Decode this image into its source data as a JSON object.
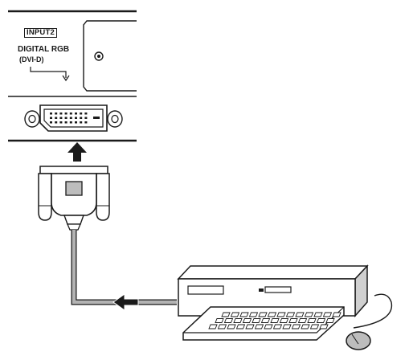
{
  "panel": {
    "input_label": "INPUT2",
    "port_title": "DIGITAL RGB",
    "port_subtitle": "(DVI-D)"
  },
  "colors": {
    "line": "#1a1a1a",
    "cable_fill": "#b3b3b3",
    "panel_fill": "#ffffff",
    "shade": "#d0d0d0"
  },
  "icons": {
    "upload_arrow": "arrow-up-icon",
    "flow_arrow": "arrow-left-icon",
    "hint_arrow": "hook-arrow-icon"
  }
}
